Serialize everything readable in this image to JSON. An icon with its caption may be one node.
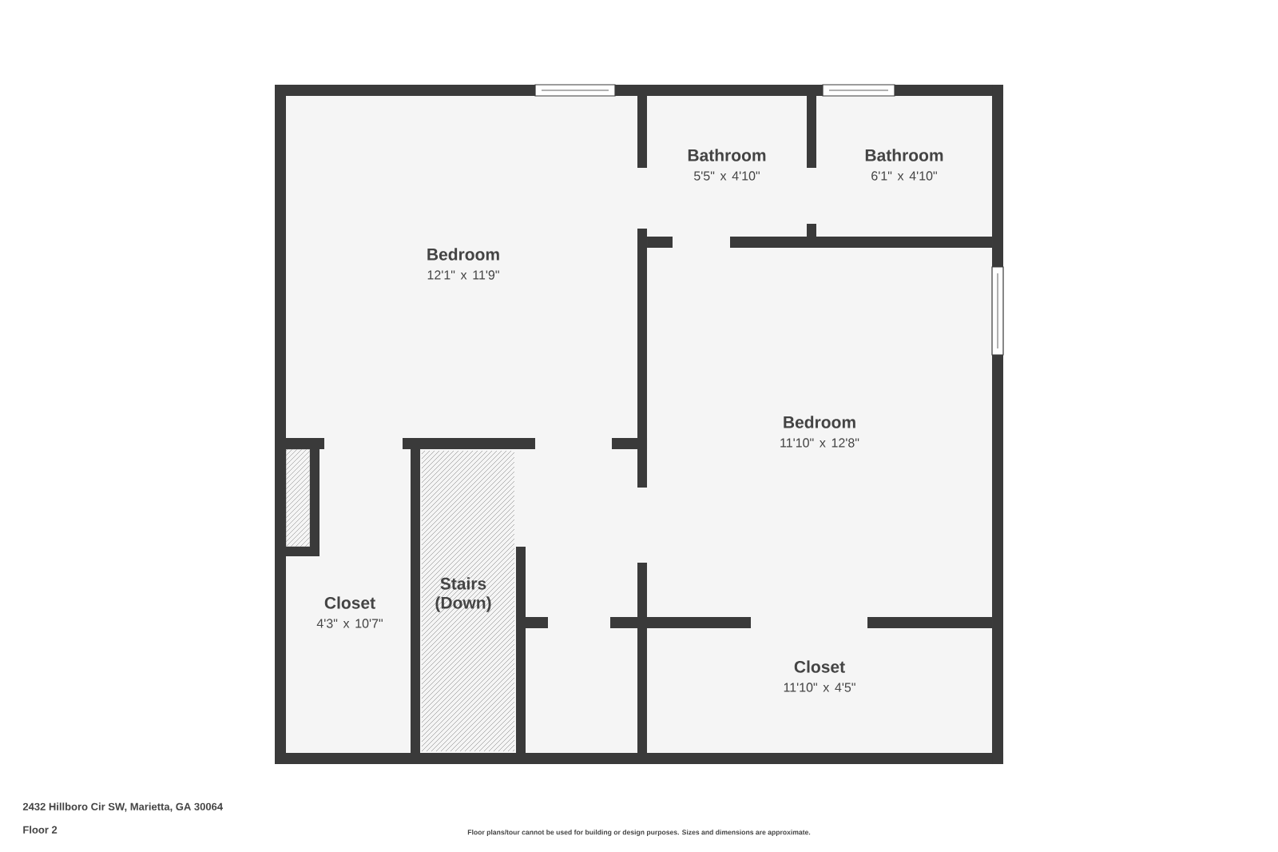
{
  "diagram": {
    "nodes": [
      {
        "text": [
          "Bedroom",
          "12'1\" x 11'9\""
        ]
      },
      {
        "text": [
          "Bathroom",
          "5'5\" x 4'10\""
        ]
      },
      {
        "text": [
          "Bathroom",
          "6'1\" x 4'10\""
        ]
      },
      {
        "text": [
          "Bedroom",
          "11'10\" x 12'8\""
        ]
      },
      {
        "text": [
          "Closet",
          "4'3\" x 10'7\""
        ]
      },
      {
        "text": [
          "Stairs (Down)"
        ]
      },
      {
        "text": [
          "Closet",
          "11'10\" x 4'5\""
        ]
      }
    ],
    "labels": [
      "2432 Hillboro Cir SW, Marietta, GA 30064",
      "Floor 2",
      "Floor plans/tour cannot be used for building or design purposes. Sizes and dimensions are approximate."
    ]
  }
}
